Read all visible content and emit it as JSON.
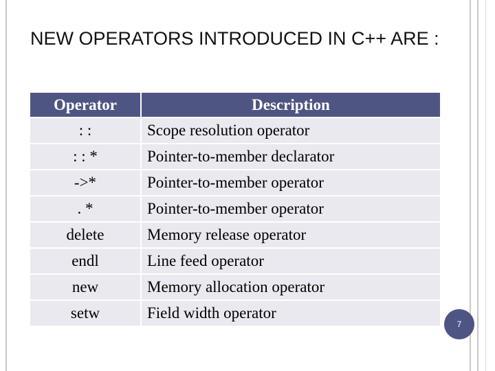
{
  "slide": {
    "title": "NEW OPERATORS INTRODUCED IN C++ ARE :",
    "page_number": "7"
  },
  "table": {
    "headers": [
      "Operator",
      "Description"
    ],
    "rows": [
      {
        "operator": ": :",
        "description": "Scope resolution operator"
      },
      {
        "operator": ": : *",
        "description": "Pointer-to-member declarator"
      },
      {
        "operator": "->*",
        "description": "Pointer-to-member operator"
      },
      {
        "operator": ". *",
        "description": "Pointer-to-member operator"
      },
      {
        "operator": "delete",
        "description": "Memory release operator"
      },
      {
        "operator": "endl",
        "description": "Line feed operator"
      },
      {
        "operator": "new",
        "description": "Memory allocation operator"
      },
      {
        "operator": "setw",
        "description": "Field width operator"
      }
    ]
  },
  "colors": {
    "header_bg": "#4f5583",
    "row_bg": "#e9e9ef",
    "badge_bg": "#4f5583"
  }
}
